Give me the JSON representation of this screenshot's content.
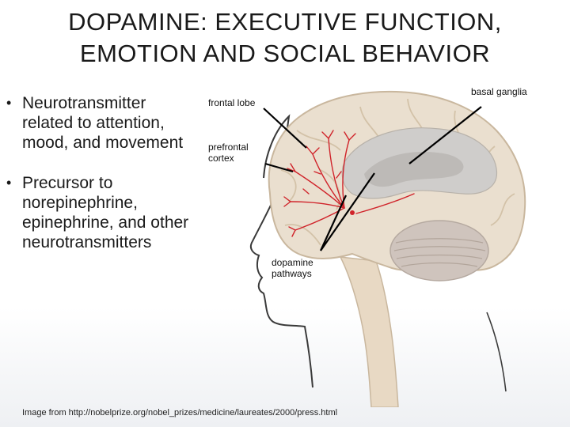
{
  "title": {
    "line1": "DOPAMINE: EXECUTIVE FUNCTION,",
    "line2": "EMOTION AND SOCIAL BEHAVIOR"
  },
  "bullets": [
    {
      "symbol": "•",
      "lines": [
        "Neurotransmitter",
        "related to attention,",
        "mood, and movement"
      ]
    },
    {
      "symbol": "•",
      "lines": [
        "Precursor to",
        "norepinephrine,",
        "epinephrine, and other",
        "neurotransmitters"
      ]
    }
  ],
  "labels": {
    "frontal_lobe": "frontal lobe",
    "prefrontal_line1": "prefrontal",
    "prefrontal_line2": "cortex",
    "basal_ganglia": "basal ganglia",
    "dopamine_line1": "dopamine",
    "dopamine_line2": "pathways"
  },
  "footer": "Image from http://nobelprize.org/nobel_prizes/medicine/laureates/2000/press.html",
  "colors": {
    "brain": "#eadfcf",
    "brain_outline": "#c9b79e",
    "pathway": "#d0232a",
    "cerebellum": "#cfc4bd",
    "stem": "#e8d9c4",
    "head_outline": "#3a3a3a",
    "leader_line": "#000000"
  }
}
